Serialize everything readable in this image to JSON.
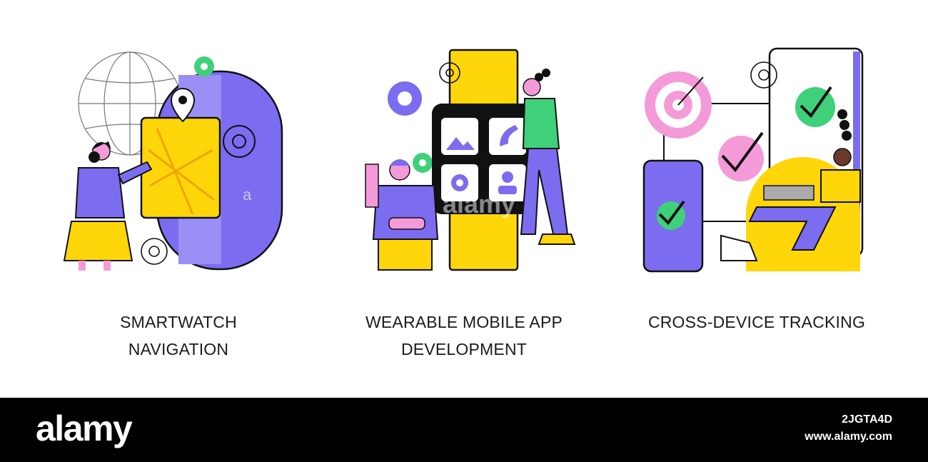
{
  "panels": [
    {
      "caption_line1": "SMARTWATCH",
      "caption_line2": "NAVIGATION",
      "icon": "smartwatch-navigation-illustration"
    },
    {
      "caption_line1": "WEARABLE MOBILE APP",
      "caption_line2": "DEVELOPMENT",
      "icon": "wearable-app-development-illustration"
    },
    {
      "caption_line1": "CROSS-DEVICE TRACKING",
      "caption_line2": "",
      "icon": "cross-device-tracking-illustration"
    }
  ],
  "footer": {
    "brand": "alamy",
    "image_id": "2JGTA4D",
    "site": "www.alamy.com"
  },
  "colors": {
    "purple": "#7b6cf0",
    "yellow": "#ffd60a",
    "pink": "#f59ad8",
    "green": "#3fd17a",
    "black": "#111111"
  }
}
